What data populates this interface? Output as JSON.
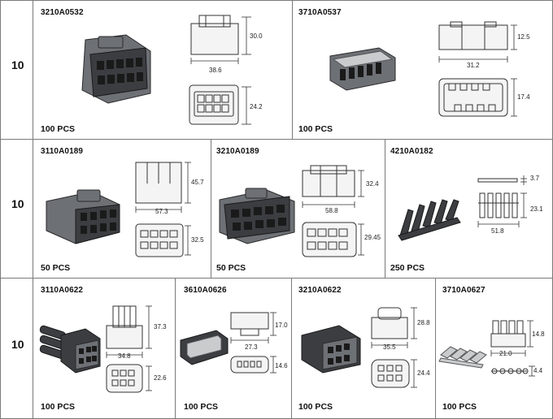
{
  "rows": [
    {
      "label": "10",
      "cells": [
        {
          "code": "3210A0532",
          "qty": "100 PCS",
          "dims": [
            "30.0",
            "38.6",
            "24.2"
          ]
        },
        {
          "code": "3710A0537",
          "qty": "100 PCS",
          "dims": [
            "12.5",
            "31.2",
            "17.4"
          ]
        }
      ]
    },
    {
      "label": "10",
      "cells": [
        {
          "code": "3110A0189",
          "qty": "50 PCS",
          "dims": [
            "45.7",
            "57.3",
            "32.5"
          ]
        },
        {
          "code": "3210A0189",
          "qty": "50 PCS",
          "dims": [
            "32.4",
            "58.8",
            "29.45"
          ]
        },
        {
          "code": "4210A0182",
          "qty": "250 PCS",
          "dims": [
            "3.7",
            "23.1",
            "51.8"
          ]
        }
      ]
    },
    {
      "label": "10",
      "cells": [
        {
          "code": "3110A0622",
          "qty": "100 PCS",
          "dims": [
            "37.3",
            "34.8",
            "22.6"
          ]
        },
        {
          "code": "3610A0626",
          "qty": "100 PCS",
          "dims": [
            "17.0",
            "27.3",
            "14.6"
          ]
        },
        {
          "code": "3210A0622",
          "qty": "100 PCS",
          "dims": [
            "28.8",
            "35.5",
            "24.4"
          ]
        },
        {
          "code": "3710A0627",
          "qty": "100 PCS",
          "dims": [
            "14.8",
            "21.0",
            "4.4"
          ]
        }
      ]
    }
  ]
}
